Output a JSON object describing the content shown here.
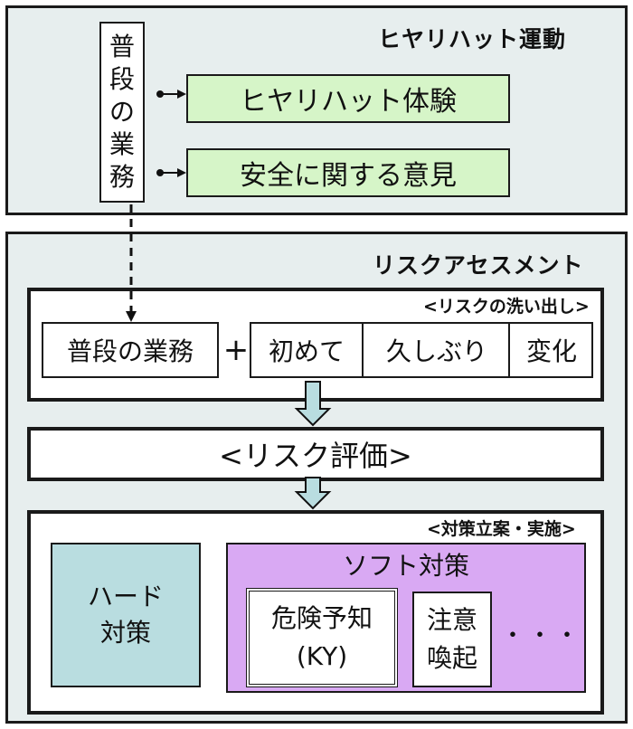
{
  "hiyari": {
    "title": "ヒヤリハット運動",
    "daily_work_vertical": [
      "普",
      "段",
      "の",
      "業",
      "務"
    ],
    "items": [
      "ヒヤリハット体験",
      "安全に関する意見"
    ]
  },
  "risk": {
    "title": "リスクアセスメント",
    "identification": {
      "title": "<リスクの洗い出し>",
      "daily_work": "普段の業務",
      "plus": "+",
      "situations": [
        "初めて",
        "久しぶり",
        "変化"
      ]
    },
    "evaluation": "<リスク評価>",
    "measures": {
      "title": "<対策立案・実施>",
      "hard": [
        "ハード",
        "対策"
      ],
      "soft_title": "ソフト対策",
      "ky": [
        "危険予知",
        "(KY)"
      ],
      "caution": [
        "注意",
        "喚起"
      ],
      "ellipsis": "・・・"
    }
  },
  "colors": {
    "panel": "#e7eeee",
    "green_item": "#d6f5c8",
    "hard_box": "#b9dde0",
    "soft_box": "#d9a9f3",
    "arrow_fill": "#b9dde0"
  }
}
